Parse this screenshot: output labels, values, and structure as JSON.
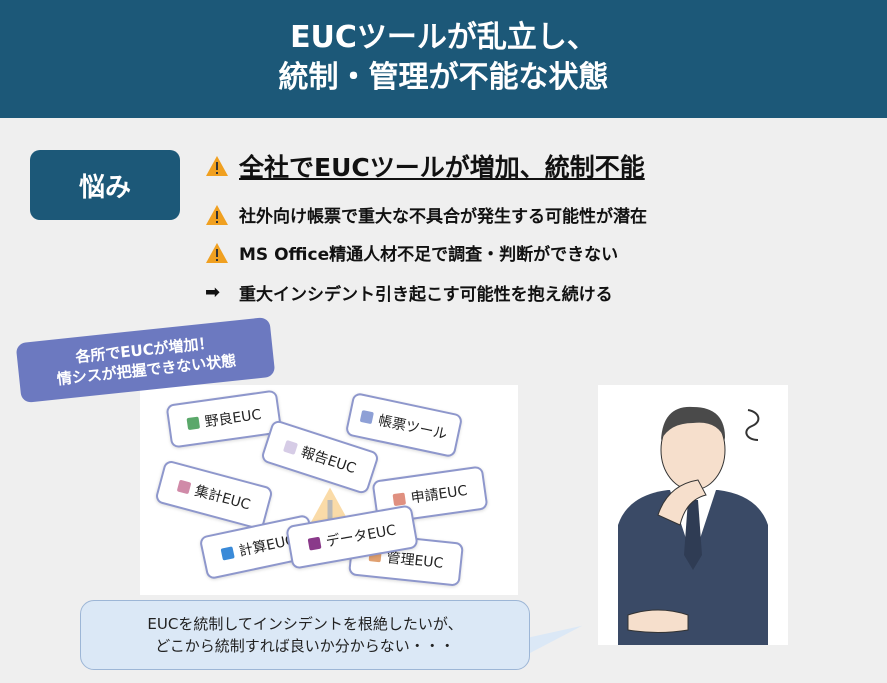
{
  "header": {
    "title_line1": "EUCツールが乱立し、",
    "title_line2": "統制・管理が不能な状態"
  },
  "worry": {
    "label": "悩み"
  },
  "points": [
    {
      "icon": "warning-icon",
      "text": "全社でEUCツールが増加、統制不能"
    },
    {
      "icon": "warning-icon",
      "text": "社外向け帳票で重大な不具合が発生する可能性が潜在"
    },
    {
      "icon": "warning-icon",
      "text": "MS Office精通人材不足で調査・判断ができない"
    },
    {
      "icon": "arrow-right-icon",
      "arrow": "➡",
      "text": "重大インシデント引き起こす可能性を抱え続ける"
    }
  ],
  "tag": {
    "line1": "各所でEUCが増加！",
    "line2": "情シスが把握できない状態"
  },
  "cards": [
    "野良EUC",
    "帳票ツール",
    "報告EUC",
    "集計EUC",
    "申請EUC",
    "計算EUC",
    "管理EUC",
    "データEUC"
  ],
  "bubble": {
    "line1": "EUCを統制してインシデントを根絶したいが、",
    "line2": "どこから統制すれば良いか分からない・・・"
  },
  "colors": {
    "header": "#1c5878",
    "tag": "#6c79c0",
    "warning": "#f0a020",
    "card_border": "#8e97cc"
  }
}
